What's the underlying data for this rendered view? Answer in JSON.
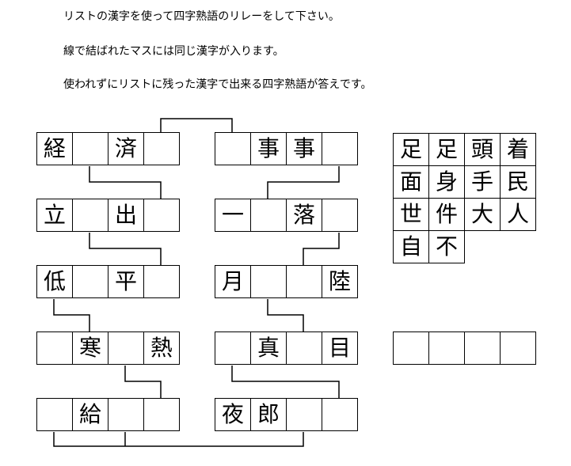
{
  "instructions": [
    "リストの漢字を使って四字熟語のリレーをして下さい。",
    "線で結ばれたマスには同じ漢字が入ります。",
    "使われずにリストに残った漢字で出来る四字熟語が答えです。"
  ],
  "left_rows": [
    [
      "経",
      "",
      "済",
      ""
    ],
    [
      "立",
      "",
      "出",
      ""
    ],
    [
      "低",
      "",
      "平",
      ""
    ],
    [
      "",
      "寒",
      "",
      "熱"
    ],
    [
      "",
      "給",
      "",
      ""
    ]
  ],
  "right_rows": [
    [
      "",
      "事",
      "事",
      ""
    ],
    [
      "一",
      "",
      "落",
      ""
    ],
    [
      "月",
      "",
      "",
      "陸"
    ],
    [
      "",
      "真",
      "",
      "目"
    ],
    [
      "夜",
      "郎",
      "",
      ""
    ]
  ],
  "kanji_list": [
    [
      "足",
      "足",
      "頭",
      "着"
    ],
    [
      "面",
      "身",
      "手",
      "民"
    ],
    [
      "世",
      "件",
      "大",
      "人"
    ],
    [
      "自",
      "不"
    ]
  ],
  "answer_cells": [
    "",
    "",
    "",
    ""
  ]
}
